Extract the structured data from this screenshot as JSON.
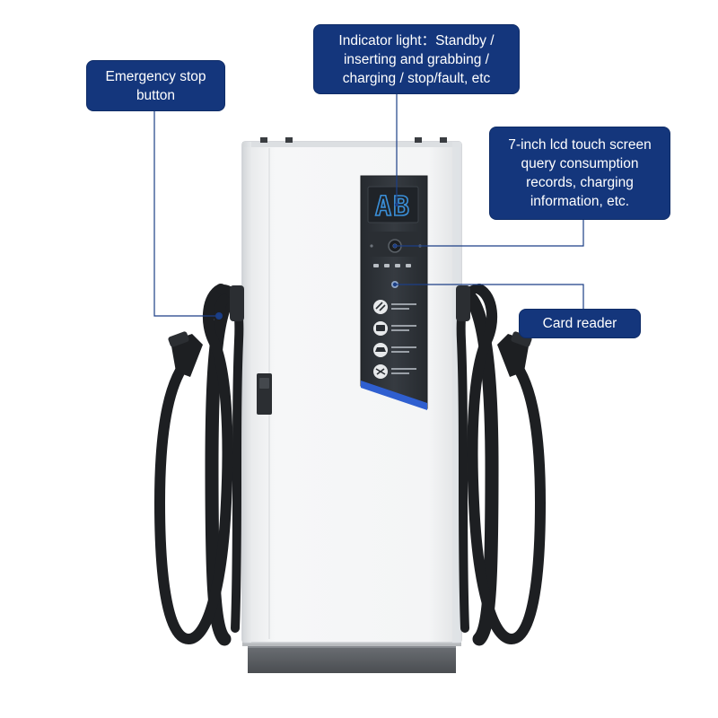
{
  "callouts": {
    "emergency_stop": "Emergency stop\nbutton",
    "indicator_light": "Indicator light：Standby /\ninserting and grabbing /\ncharging / stop/fault, etc",
    "lcd_screen": "7-inch lcd touch screen\nquery consumption\nrecords, charging\ninformation, etc.",
    "card_reader": "Card reader"
  },
  "display": {
    "readout": "AB"
  },
  "colors": {
    "callout_background": "#14367c",
    "callout_text": "#ffffff",
    "leader_line": "#1c3f86",
    "cabinet": "#f2f3f4",
    "panel": "#2f3338",
    "accent_stripe": "#2f5fd0",
    "cable": "#1d1f22",
    "digit_segments": "#3a8fd8"
  },
  "panel_icons": [
    "plug-in-icon",
    "card-swipe-icon",
    "charging-car-icon",
    "unplug-icon"
  ]
}
